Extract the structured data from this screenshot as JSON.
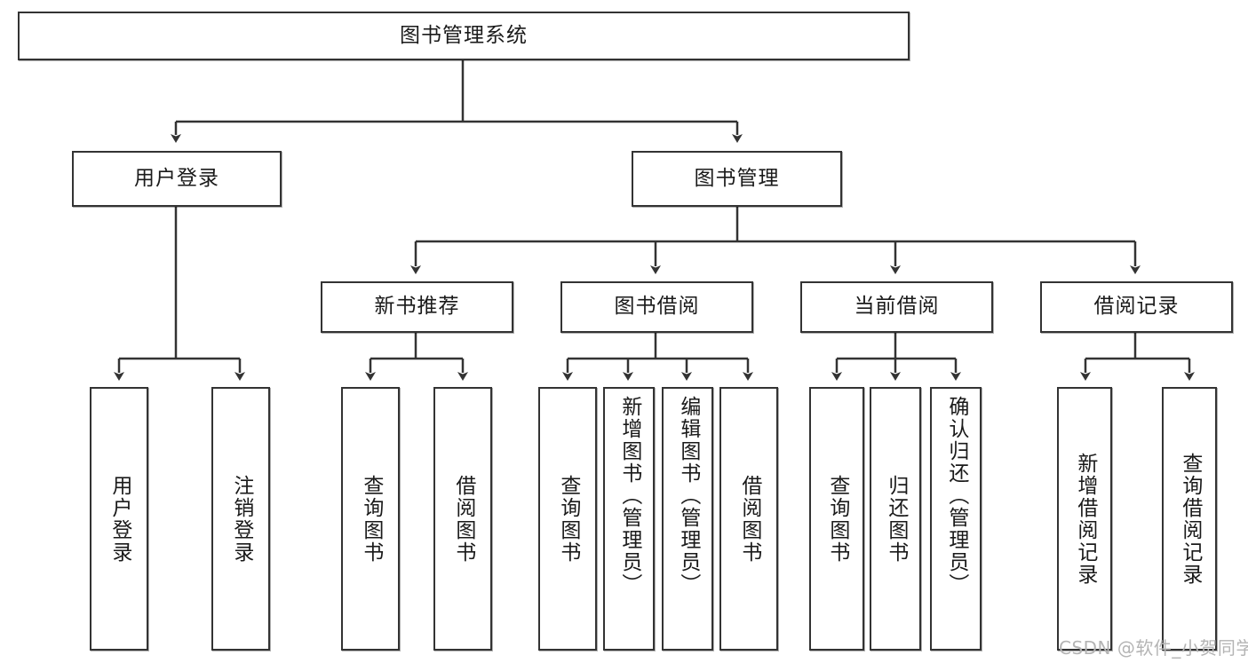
{
  "diagram": {
    "type": "tree-hierarchy-chart",
    "title": "图书管理系统",
    "watermark": "CSDN @软件_小贺同学",
    "colors": {
      "box_border": "#333333",
      "box_fill": "#ffffff",
      "line": "#333333",
      "text": "#1a1a1a",
      "watermark": "#b4b4b4",
      "background": "#ffffff"
    },
    "nodes": {
      "root": {
        "label": "图书管理系统"
      },
      "level2": [
        {
          "id": "user-login",
          "label": "用户登录"
        },
        {
          "id": "book-manage",
          "label": "图书管理"
        }
      ],
      "level3": [
        {
          "id": "new-book-recommend",
          "label": "新书推荐"
        },
        {
          "id": "book-borrow",
          "label": "图书借阅"
        },
        {
          "id": "current-borrow",
          "label": "当前借阅"
        },
        {
          "id": "borrow-record",
          "label": "借阅记录"
        }
      ],
      "leaves": {
        "user_login": [
          {
            "id": "leaf-user-login",
            "label": "用户登录"
          },
          {
            "id": "leaf-user-logout",
            "label": "注销登录"
          }
        ],
        "new_book_recommend": [
          {
            "id": "leaf-query-book-1",
            "label": "查询图书"
          },
          {
            "id": "leaf-borrow-book-1",
            "label": "借阅图书"
          }
        ],
        "book_borrow": [
          {
            "id": "leaf-query-book-2",
            "label": "查询图书"
          },
          {
            "id": "leaf-add-book",
            "label": "新增图书（管理员）"
          },
          {
            "id": "leaf-edit-book",
            "label": "编辑图书（管理员）"
          },
          {
            "id": "leaf-borrow-book-2",
            "label": "借阅图书"
          }
        ],
        "current_borrow": [
          {
            "id": "leaf-query-book-3",
            "label": "查询图书"
          },
          {
            "id": "leaf-return-book",
            "label": "归还图书"
          },
          {
            "id": "leaf-confirm-return",
            "label": "确认归还（管理员）"
          }
        ],
        "borrow_record": [
          {
            "id": "leaf-add-record",
            "label": "新增借阅记录"
          },
          {
            "id": "leaf-query-record",
            "label": "查询借阅记录"
          }
        ]
      }
    }
  }
}
